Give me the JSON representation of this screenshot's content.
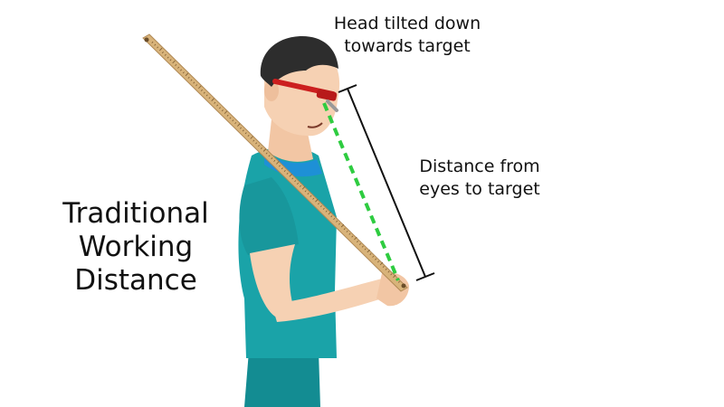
{
  "title": {
    "line1": "Traditional",
    "line2": "Working",
    "line3": "Distance"
  },
  "annotations": {
    "head_tilt": {
      "line1": "Head tilted down",
      "line2": "towards target"
    },
    "distance": {
      "line1": "Distance from",
      "line2": "eyes to target"
    }
  },
  "colors": {
    "scrubs": "#1aa3a8",
    "scrubs_dark": "#0e7f86",
    "skin": "#f6d1b3",
    "hair": "#2d2d2d",
    "undershirt": "#1e90d6",
    "loupe_frame": "#cc1f1f",
    "ruler": "#d8b37a",
    "sightline": "#2ecc40",
    "bracket": "#111111"
  }
}
